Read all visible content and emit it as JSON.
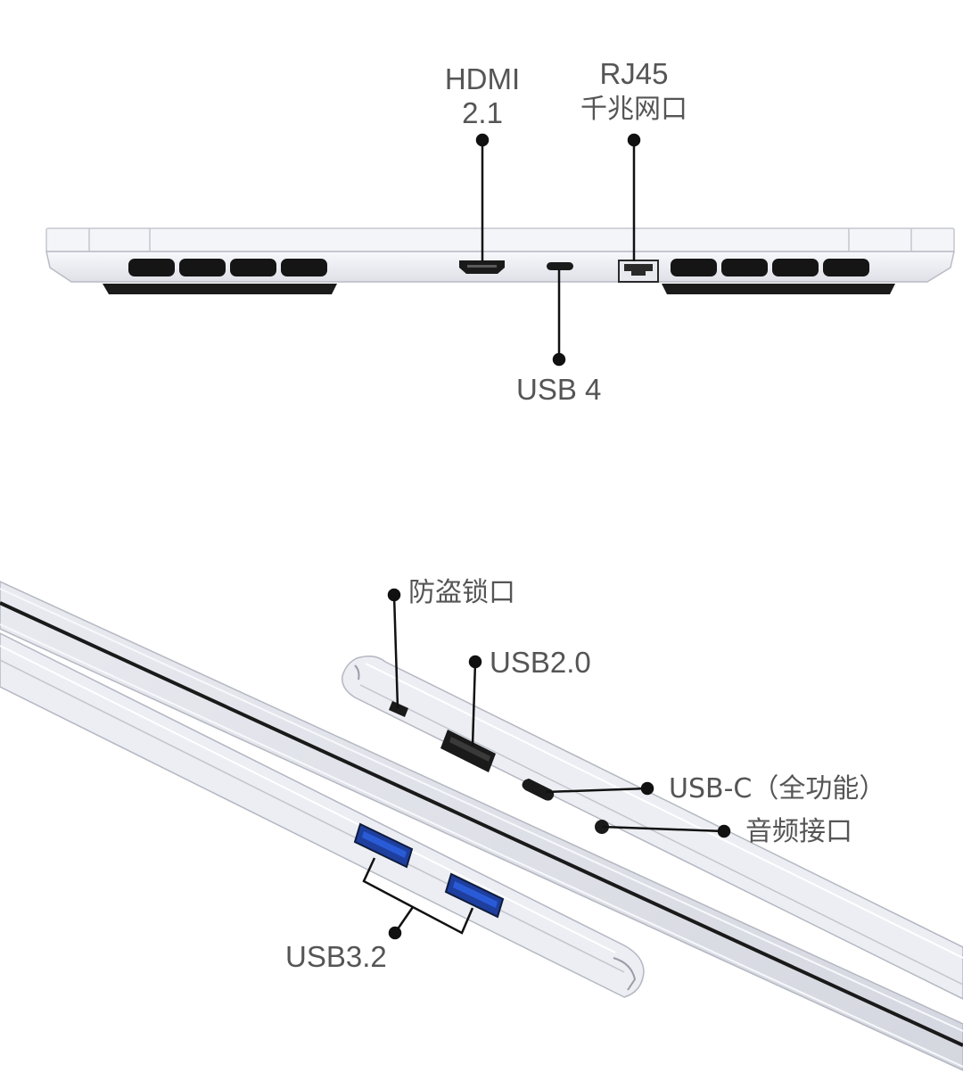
{
  "callouts": {
    "hdmi_line1": "HDMI",
    "hdmi_line2": "2.1",
    "rj45_line1": "RJ45",
    "rj45_line2": "千兆网口",
    "usb4": "USB 4",
    "lock": "防盗锁口",
    "usb20": "USB2.0",
    "usbc": "USB-C（全功能）",
    "audio": "音频接口",
    "usb32": "USB3.2"
  },
  "colors": {
    "text": "#555555",
    "leader": "#111111",
    "chassis": "#eceef3",
    "chassis_edge": "#b9bcc6",
    "vent": "#151515",
    "usb3_blue": "#2a5bd7"
  },
  "icons": [
    "hdmi-port-icon",
    "usb-c-port-icon",
    "rj45-port-icon",
    "lock-slot-icon",
    "usb-a-port-icon",
    "audio-jack-icon"
  ]
}
